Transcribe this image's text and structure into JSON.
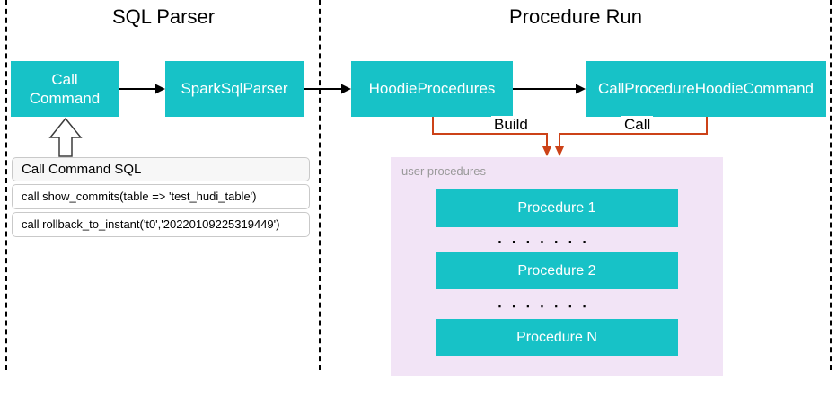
{
  "sections": {
    "sql_parser": {
      "title": "SQL Parser"
    },
    "procedure_run": {
      "title": "Procedure Run"
    }
  },
  "nodes": {
    "call_command": "Call Command",
    "spark_sql_parser": "SparkSqlParser",
    "hoodie_procedures": "HoodieProcedures",
    "call_procedure_hoodie_command": "CallProcedureHoodieCommand"
  },
  "edges": {
    "build_label": "Build",
    "call_label": "Call"
  },
  "sql_box": {
    "header": "Call Command SQL",
    "rows": [
      "call show_commits(table => 'test_hudi_table')",
      "call rollback_to_instant('t0','20220109225319449')"
    ]
  },
  "user_procedures": {
    "label": "user procedures",
    "items": [
      "Procedure 1",
      "Procedure 2",
      "Procedure N"
    ],
    "ellipsis": "▪ ▪ ▪ ▪ ▪ ▪ ▪"
  },
  "colors": {
    "teal": "#17C2C7",
    "orange": "#CC4218",
    "panel_bg": "#F2E4F6",
    "muted_text": "#999999",
    "sql_header_bg": "#F7F7F7",
    "sql_border": "#C9C9C9",
    "ink": "#000000"
  }
}
